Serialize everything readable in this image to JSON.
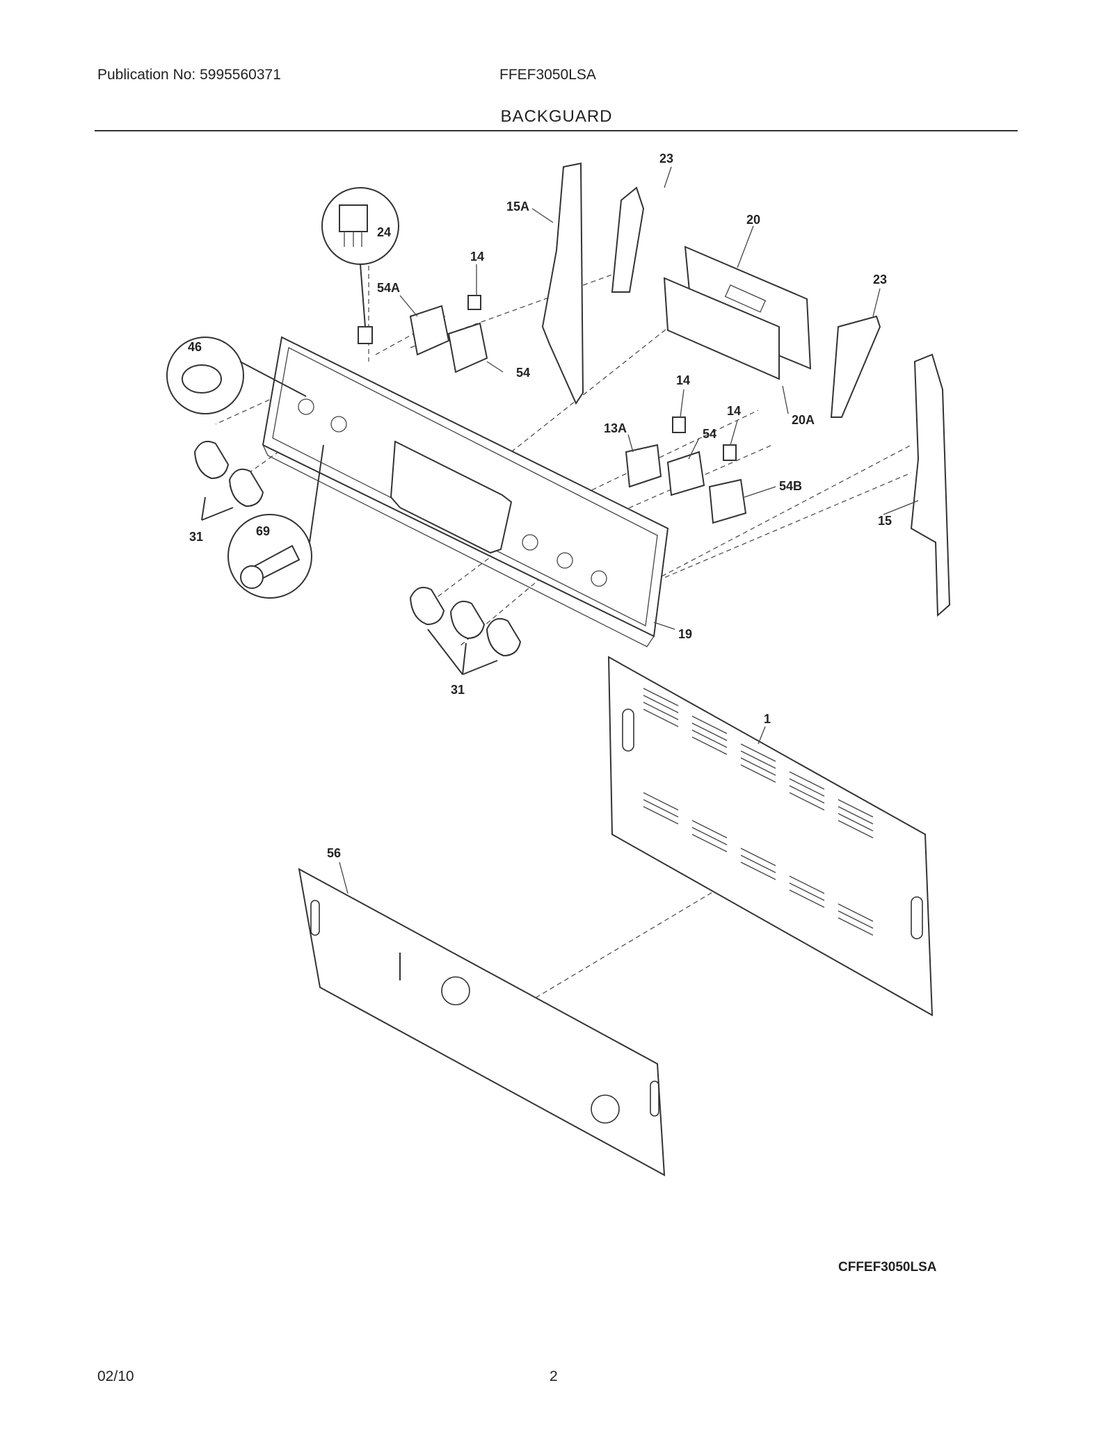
{
  "header": {
    "publication": "Publication No: 5995560371",
    "model": "FFEF3050LSA",
    "section_title": "BACKGUARD"
  },
  "diagram": {
    "callouts": [
      "23",
      "15A",
      "20",
      "24",
      "14",
      "54A",
      "23",
      "46",
      "54",
      "14",
      "20A",
      "13A",
      "14",
      "54",
      "54B",
      "15",
      "31",
      "69",
      "19",
      "31",
      "1",
      "56"
    ],
    "drawing_code": "CFFEF3050LSA"
  },
  "footer": {
    "date": "02/10",
    "page": "2"
  }
}
